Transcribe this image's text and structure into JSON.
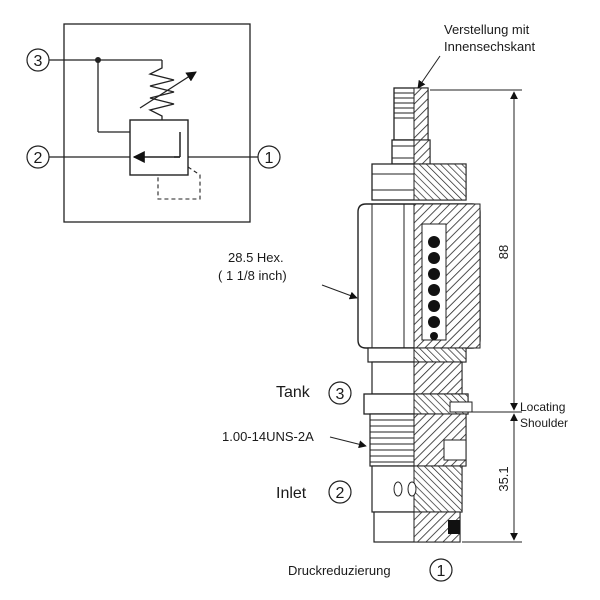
{
  "schematic": {
    "ports": [
      {
        "label": "3"
      },
      {
        "label": "2"
      },
      {
        "label": "1"
      }
    ]
  },
  "labels": {
    "adjust_line1": "Verstellung mit",
    "adjust_line2": "Innensechskant",
    "hex_line1": "28.5 Hex.",
    "hex_line2": "( 1 1/8 inch)",
    "thread": "1.00-14UNS-2A",
    "tank": "Tank",
    "tank_port": "3",
    "inlet": "Inlet",
    "inlet_port": "2",
    "shoulder_line1": "Locating",
    "shoulder_line2": "Shoulder",
    "caption": "Druckreduzierung",
    "caption_port": "1"
  },
  "dimensions": {
    "overall": "88",
    "lower": "35.1"
  }
}
